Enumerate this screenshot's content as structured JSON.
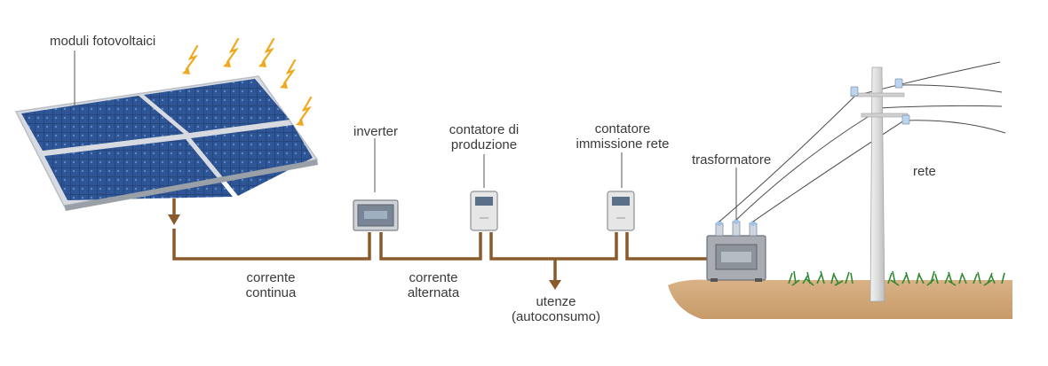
{
  "labels": {
    "pv_modules": "moduli fotovoltaici",
    "inverter": "inverter",
    "production_meter": [
      "contatore di",
      "produzione"
    ],
    "grid_meter": [
      "contatore",
      "immissione rete"
    ],
    "transformer": "trasformatore",
    "grid": "rete",
    "dc_current": [
      "corrente",
      "continua"
    ],
    "ac_current": [
      "corrente",
      "alternata"
    ],
    "loads": [
      "utenze",
      "(autoconsumo)"
    ]
  },
  "colors": {
    "cable": "#8a5a2b",
    "panel": "#24427a",
    "panel_frame": "#c9ced6",
    "sun_ray": "#f0a81c",
    "ground": "#c69a66",
    "grass": "#2f8a2f",
    "pole": "#e4e4e4",
    "device": "#e6e6e6",
    "screen": "#5a6f88",
    "text": "#3a3a3a"
  }
}
